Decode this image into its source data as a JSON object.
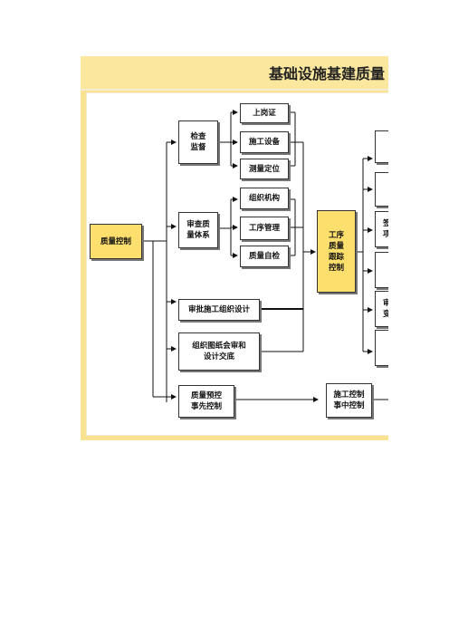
{
  "title": "基础设施基建质量",
  "nodes": {
    "quality_control": "质量控制",
    "inspection_supervision": "检查\n监督",
    "post_certificate": "上岗证",
    "construction_equipment": "施工设备",
    "survey_positioning": "测量定位",
    "review_quality_system": "审查质\n量体系",
    "organization": "组织机构",
    "process_management": "工序管理",
    "quality_self_check": "质量自检",
    "approve_design": "审批施工组织设计",
    "drawing_review": "组织图纸会审和\n设计交底",
    "pre_control": "质量预控\n事先控制",
    "process_tracking": "工序\n质量\n跟踪\n控制",
    "in_process_control": "施工控制\n事中控制",
    "right_partial_1": "签\n项",
    "right_partial_2": "审\n变"
  }
}
